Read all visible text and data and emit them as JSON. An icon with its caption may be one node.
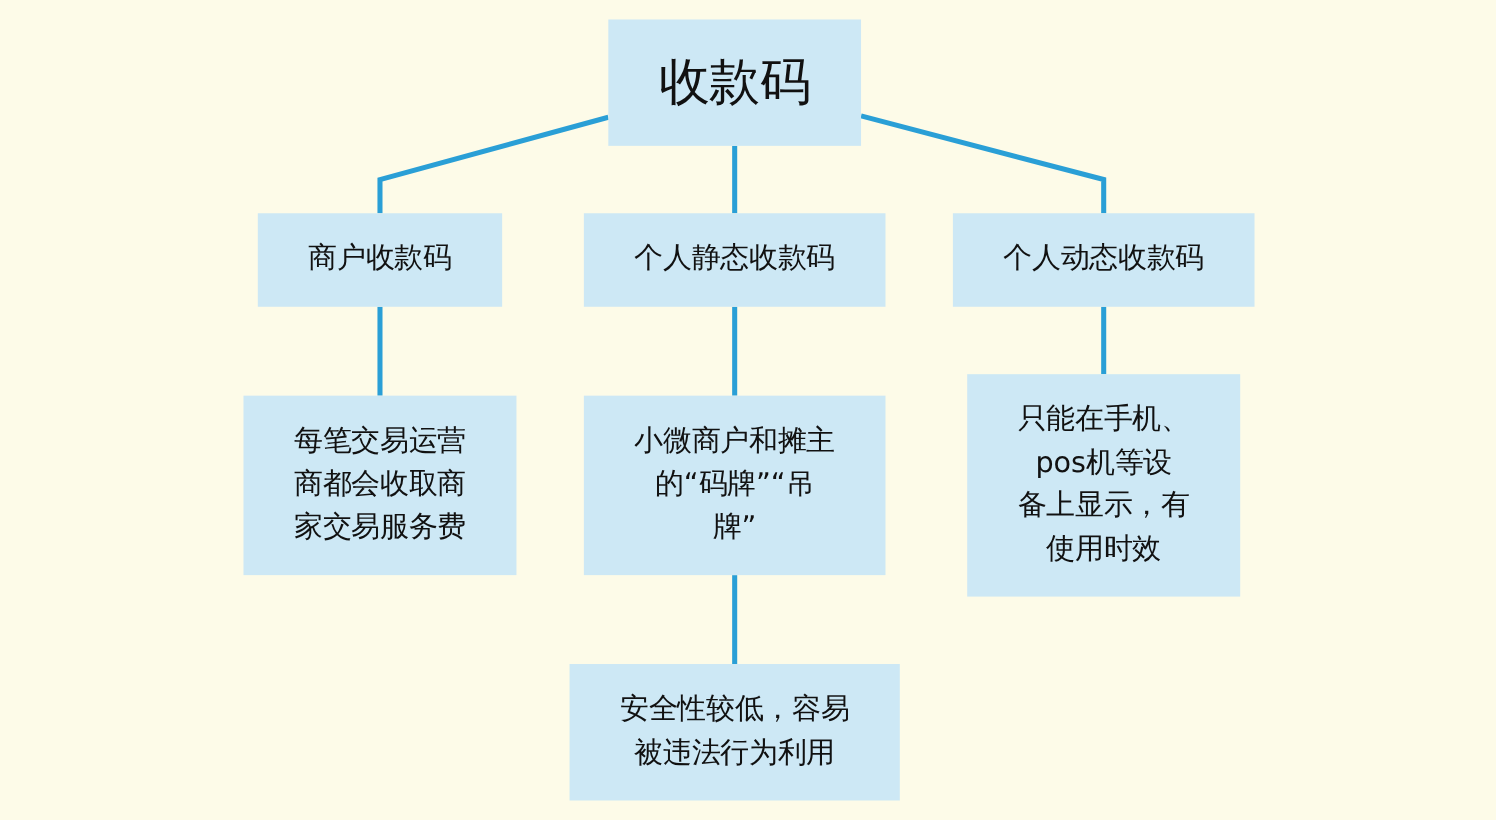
{
  "diagram": {
    "nodes": [
      {
        "text": [
          "收款码"
        ]
      },
      {
        "text": [
          "商户收款码"
        ]
      },
      {
        "text": [
          "个人静态收款码"
        ]
      },
      {
        "text": [
          "个人动态收款码"
        ]
      },
      {
        "text": [
          "每笔交易运营商都会收取商家交易服务费"
        ]
      },
      {
        "text": [
          "小微商户和摊主的“码牌”“吊牌”"
        ]
      },
      {
        "text": [
          "安全性较低，容易被违法行为利用"
        ]
      },
      {
        "text": [
          "只能在手机、pos机等设备上显示，有使用时效"
        ]
      }
    ],
    "edges": [
      {
        "from": 0,
        "to": 1,
        "arrow": "none"
      },
      {
        "from": 0,
        "to": 2,
        "arrow": "none"
      },
      {
        "from": 0,
        "to": 3,
        "arrow": "none"
      },
      {
        "from": 1,
        "to": 4,
        "arrow": "none"
      },
      {
        "from": 2,
        "to": 5,
        "arrow": "none"
      },
      {
        "from": 5,
        "to": 6,
        "arrow": "none"
      },
      {
        "from": 3,
        "to": 7,
        "arrow": "none"
      }
    ]
  }
}
